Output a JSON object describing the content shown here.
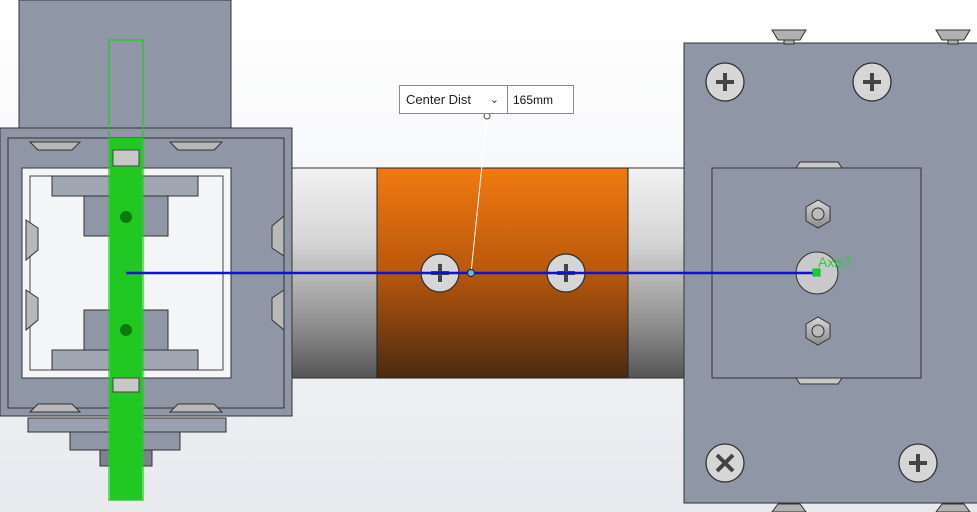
{
  "dimension": {
    "type_label": "Center Dist",
    "value": "165mm"
  },
  "axis_label": "Axis7",
  "colors": {
    "measure_line": "#1010d8",
    "highlight": "#22cc22",
    "plate": "#8f96a6",
    "coupler": "#d96a10"
  }
}
